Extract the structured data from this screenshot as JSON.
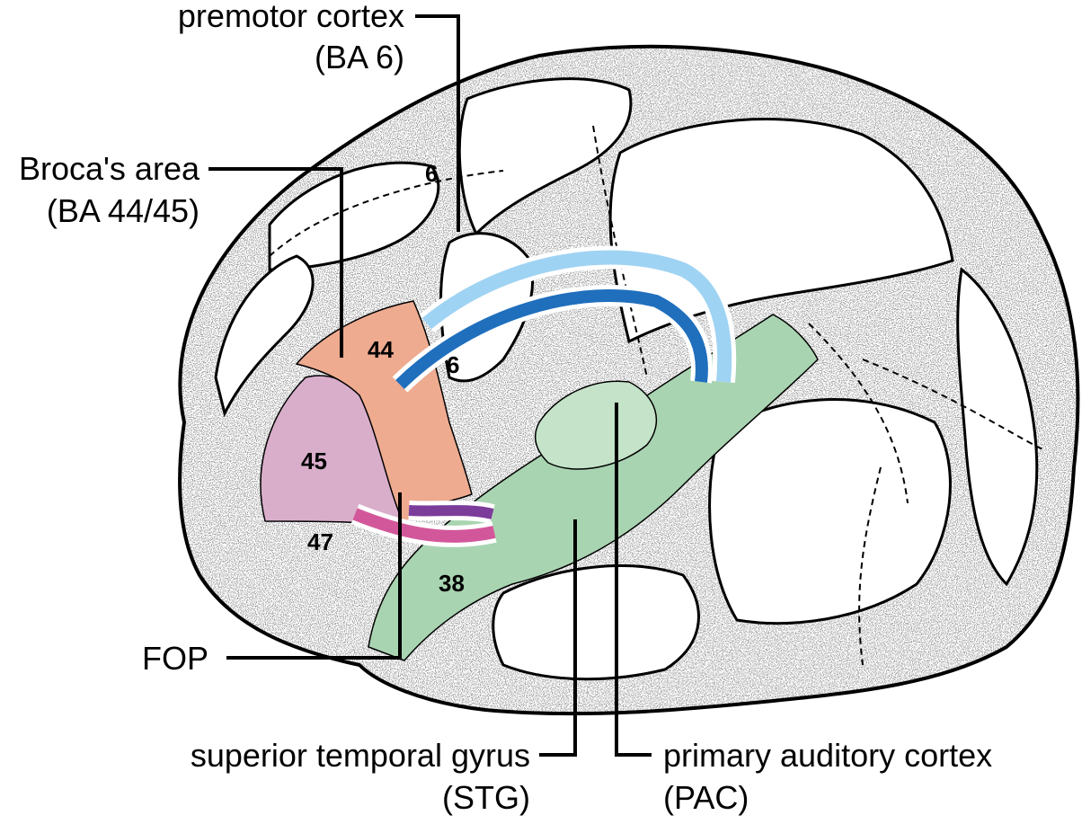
{
  "labels": {
    "premotor_line1": "premotor cortex",
    "premotor_line2": "(BA 6)",
    "broca_line1": "Broca's area",
    "broca_line2": "(BA 44/45)",
    "fop": "FOP",
    "stg_line1": "superior temporal gyrus",
    "stg_line2": "(STG)",
    "pac_line1": "primary auditory cortex",
    "pac_line2": "(PAC)"
  },
  "area_numbers": {
    "ba6_upper": "6",
    "ba6_lower": "6",
    "ba44": "44",
    "ba45": "45",
    "ba47": "47",
    "ba38": "38"
  },
  "colors": {
    "ba44": "#eeab90",
    "ba45": "#d9aecb",
    "temporal": "#a9d4b1",
    "pac": "#c4e3c8",
    "dorsal_light": "#9fd3f3",
    "dorsal_dark": "#1f6fbd",
    "ventral_pink": "#d2579a",
    "ventral_purple": "#7c3c9a"
  }
}
